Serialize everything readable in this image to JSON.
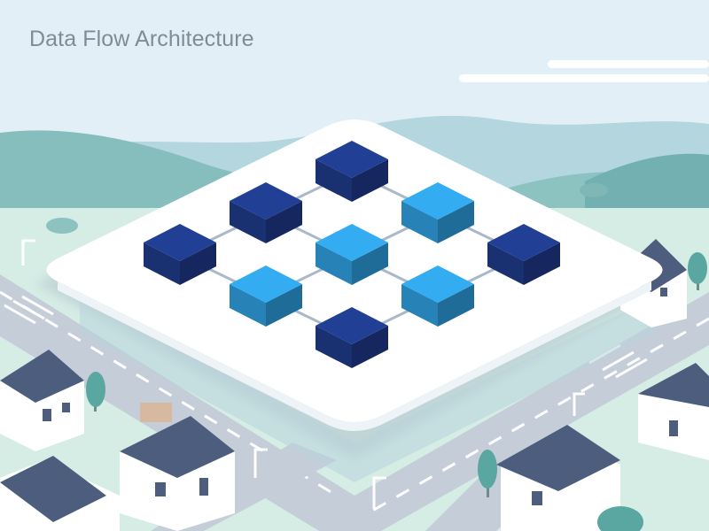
{
  "title": "Data Flow Architecture",
  "colors": {
    "sky": "#e3eff6",
    "hills_far": "#a9cfd9",
    "hills_near": "#84bcbc",
    "ground": "#d6ede6",
    "road": "#c7d0da",
    "platform": "#ffffff",
    "node_dark": "#1f3a8a",
    "node_light": "#2f9fe0",
    "connector": "#aab8c8",
    "house_wall": "#ffffff",
    "house_roof": "#4d5d7e",
    "tree": "#5aa6a0"
  },
  "nodes": [
    {
      "id": "n1",
      "tone": "dark",
      "col": 0,
      "row": 0
    },
    {
      "id": "n2",
      "tone": "dark",
      "col": -1,
      "row": 1
    },
    {
      "id": "n3",
      "tone": "light",
      "col": 1,
      "row": 1
    },
    {
      "id": "n4",
      "tone": "dark",
      "col": -2,
      "row": 2
    },
    {
      "id": "n5",
      "tone": "light",
      "col": 0,
      "row": 2
    },
    {
      "id": "n6",
      "tone": "dark",
      "col": 2,
      "row": 2
    },
    {
      "id": "n7",
      "tone": "light",
      "col": -1,
      "row": 3
    },
    {
      "id": "n8",
      "tone": "light",
      "col": 1,
      "row": 3
    },
    {
      "id": "n9",
      "tone": "dark",
      "col": 0,
      "row": 4
    }
  ],
  "links": [
    [
      "n1",
      "n2"
    ],
    [
      "n1",
      "n3"
    ],
    [
      "n2",
      "n4"
    ],
    [
      "n2",
      "n5"
    ],
    [
      "n3",
      "n5"
    ],
    [
      "n3",
      "n6"
    ],
    [
      "n4",
      "n7"
    ],
    [
      "n5",
      "n7"
    ],
    [
      "n5",
      "n8"
    ],
    [
      "n6",
      "n8"
    ],
    [
      "n7",
      "n9"
    ],
    [
      "n8",
      "n9"
    ]
  ]
}
